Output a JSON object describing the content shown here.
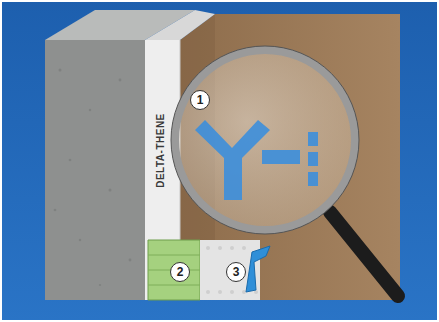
{
  "diagram": {
    "labels": [
      "1",
      "2",
      "3",
      "DELTA-THENE"
    ]
  }
}
